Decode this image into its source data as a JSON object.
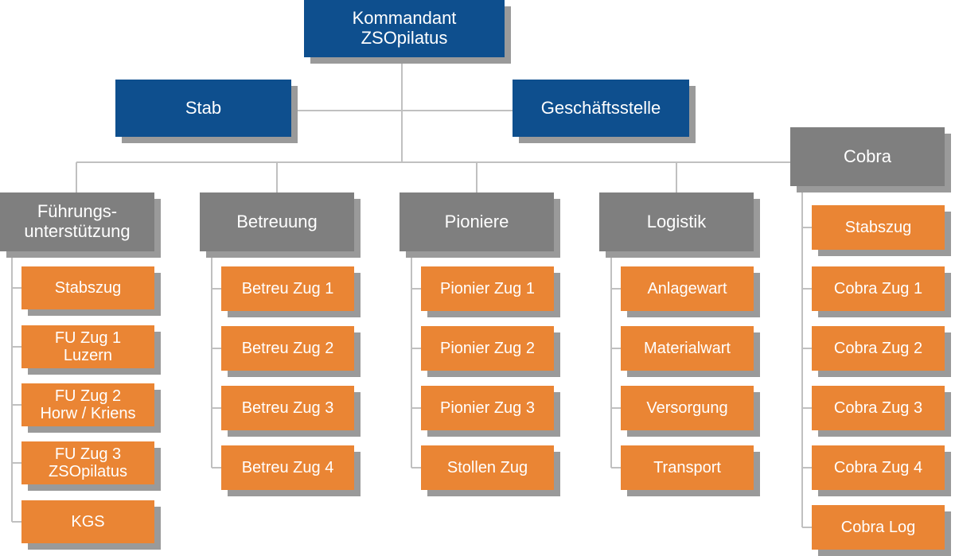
{
  "colors": {
    "blue": "#0e4f8e",
    "gray": "#7f7f7f",
    "orange": "#ea8534",
    "line": "#c0c0c0",
    "shadow": "#9a9a9a"
  },
  "top": {
    "label": "Kommandant\nZSOpilatus"
  },
  "staff": [
    {
      "id": "stab",
      "label": "Stab"
    },
    {
      "id": "geschaeftsstelle",
      "label": "Geschäftsstelle"
    }
  ],
  "departments": [
    {
      "id": "fu",
      "label": "Führungs-\nunterstützung",
      "units": [
        "Stabszug",
        "FU Zug 1\nLuzern",
        "FU Zug 2\nHorw / Kriens",
        "FU Zug 3\nZSOpilatus",
        "KGS"
      ]
    },
    {
      "id": "betreuung",
      "label": "Betreuung",
      "units": [
        "Betreu Zug 1",
        "Betreu Zug 2",
        "Betreu Zug 3",
        "Betreu Zug 4"
      ]
    },
    {
      "id": "pioniere",
      "label": "Pioniere",
      "units": [
        "Pionier Zug 1",
        "Pionier Zug 2",
        "Pionier Zug 3",
        "Stollen Zug"
      ]
    },
    {
      "id": "logistik",
      "label": "Logistik",
      "units": [
        "Anlagewart",
        "Materialwart",
        "Versorgung",
        "Transport"
      ]
    },
    {
      "id": "cobra",
      "label": "Cobra",
      "units": [
        "Stabszug",
        "Cobra Zug 1",
        "Cobra Zug 2",
        "Cobra Zug 3",
        "Cobra Zug 4",
        "Cobra Log"
      ]
    }
  ]
}
